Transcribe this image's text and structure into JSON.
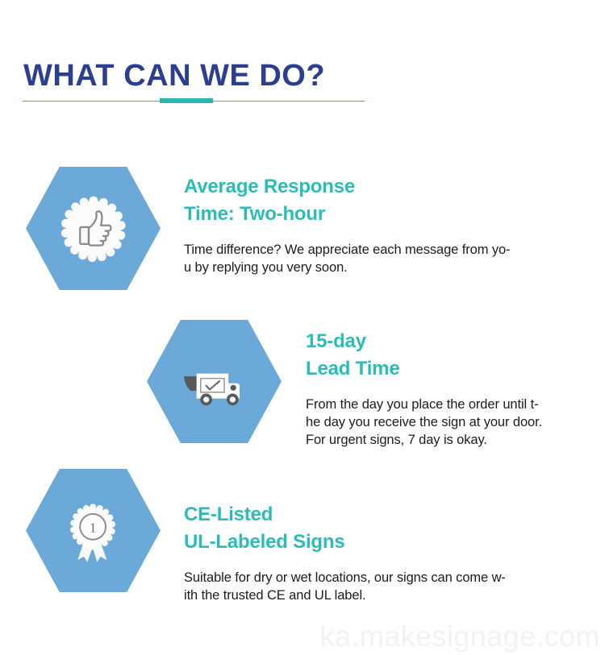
{
  "header": {
    "title": "WHAT CAN WE DO?",
    "title_color": "#2B3E91",
    "divider_color": "#2BB5B3"
  },
  "theme": {
    "hex_blue": "#6BAAD8",
    "heading_teal": "#2BBCB8",
    "body_text": "#1c1c1c",
    "background": "#ffffff",
    "watermark_gray": "#f2f2f2"
  },
  "features": [
    {
      "icon": "thumbs-up-badge-icon",
      "heading_line1": "Average Response",
      "heading_line2": "Time: Two-hour",
      "body": "Time difference? We appreciate each message from yo-\nu by replying you very soon."
    },
    {
      "icon": "delivery-truck-icon",
      "heading_line1": "15-day",
      "heading_line2": "Lead Time",
      "body": "From the day you place the order until t-\nhe day you receive the sign at your door.\nFor urgent signs, 7 day is okay."
    },
    {
      "icon": "award-ribbon-icon",
      "heading_line1": "CE-Listed",
      "heading_line2": "UL-Labeled Signs",
      "body": "Suitable for dry or wet locations, our signs can come w-\nith the trusted CE and UL label."
    }
  ],
  "watermark": {
    "text": "ka.makesignage.com"
  }
}
